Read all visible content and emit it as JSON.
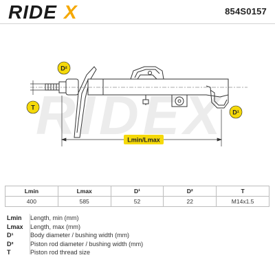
{
  "header": {
    "brand": "RIDEX",
    "part_number": "854S0157"
  },
  "drawing": {
    "badge_d2": "D²",
    "badge_t": "T",
    "badge_d1": "D¹",
    "dimension_label": "Lmin/Lmax",
    "watermark": "RIDEX"
  },
  "table": {
    "headers": [
      "Lmin",
      "Lmax",
      "D¹",
      "D²",
      "T"
    ],
    "row": [
      "400",
      "585",
      "52",
      "22",
      "M14x1.5"
    ]
  },
  "legend": [
    {
      "key": "Lmin",
      "value": "Length, min (mm)"
    },
    {
      "key": "Lmax",
      "value": "Length, max (mm)"
    },
    {
      "key": "D¹",
      "value": "Body diameter / bushing width (mm)"
    },
    {
      "key": "D²",
      "value": "Piston rod diameter / bushing width (mm)"
    },
    {
      "key": "T",
      "value": "Piston rod thread size"
    }
  ],
  "colors": {
    "accent": "#f5d90a",
    "line": "#333333",
    "watermark": "#e8e8e8"
  }
}
